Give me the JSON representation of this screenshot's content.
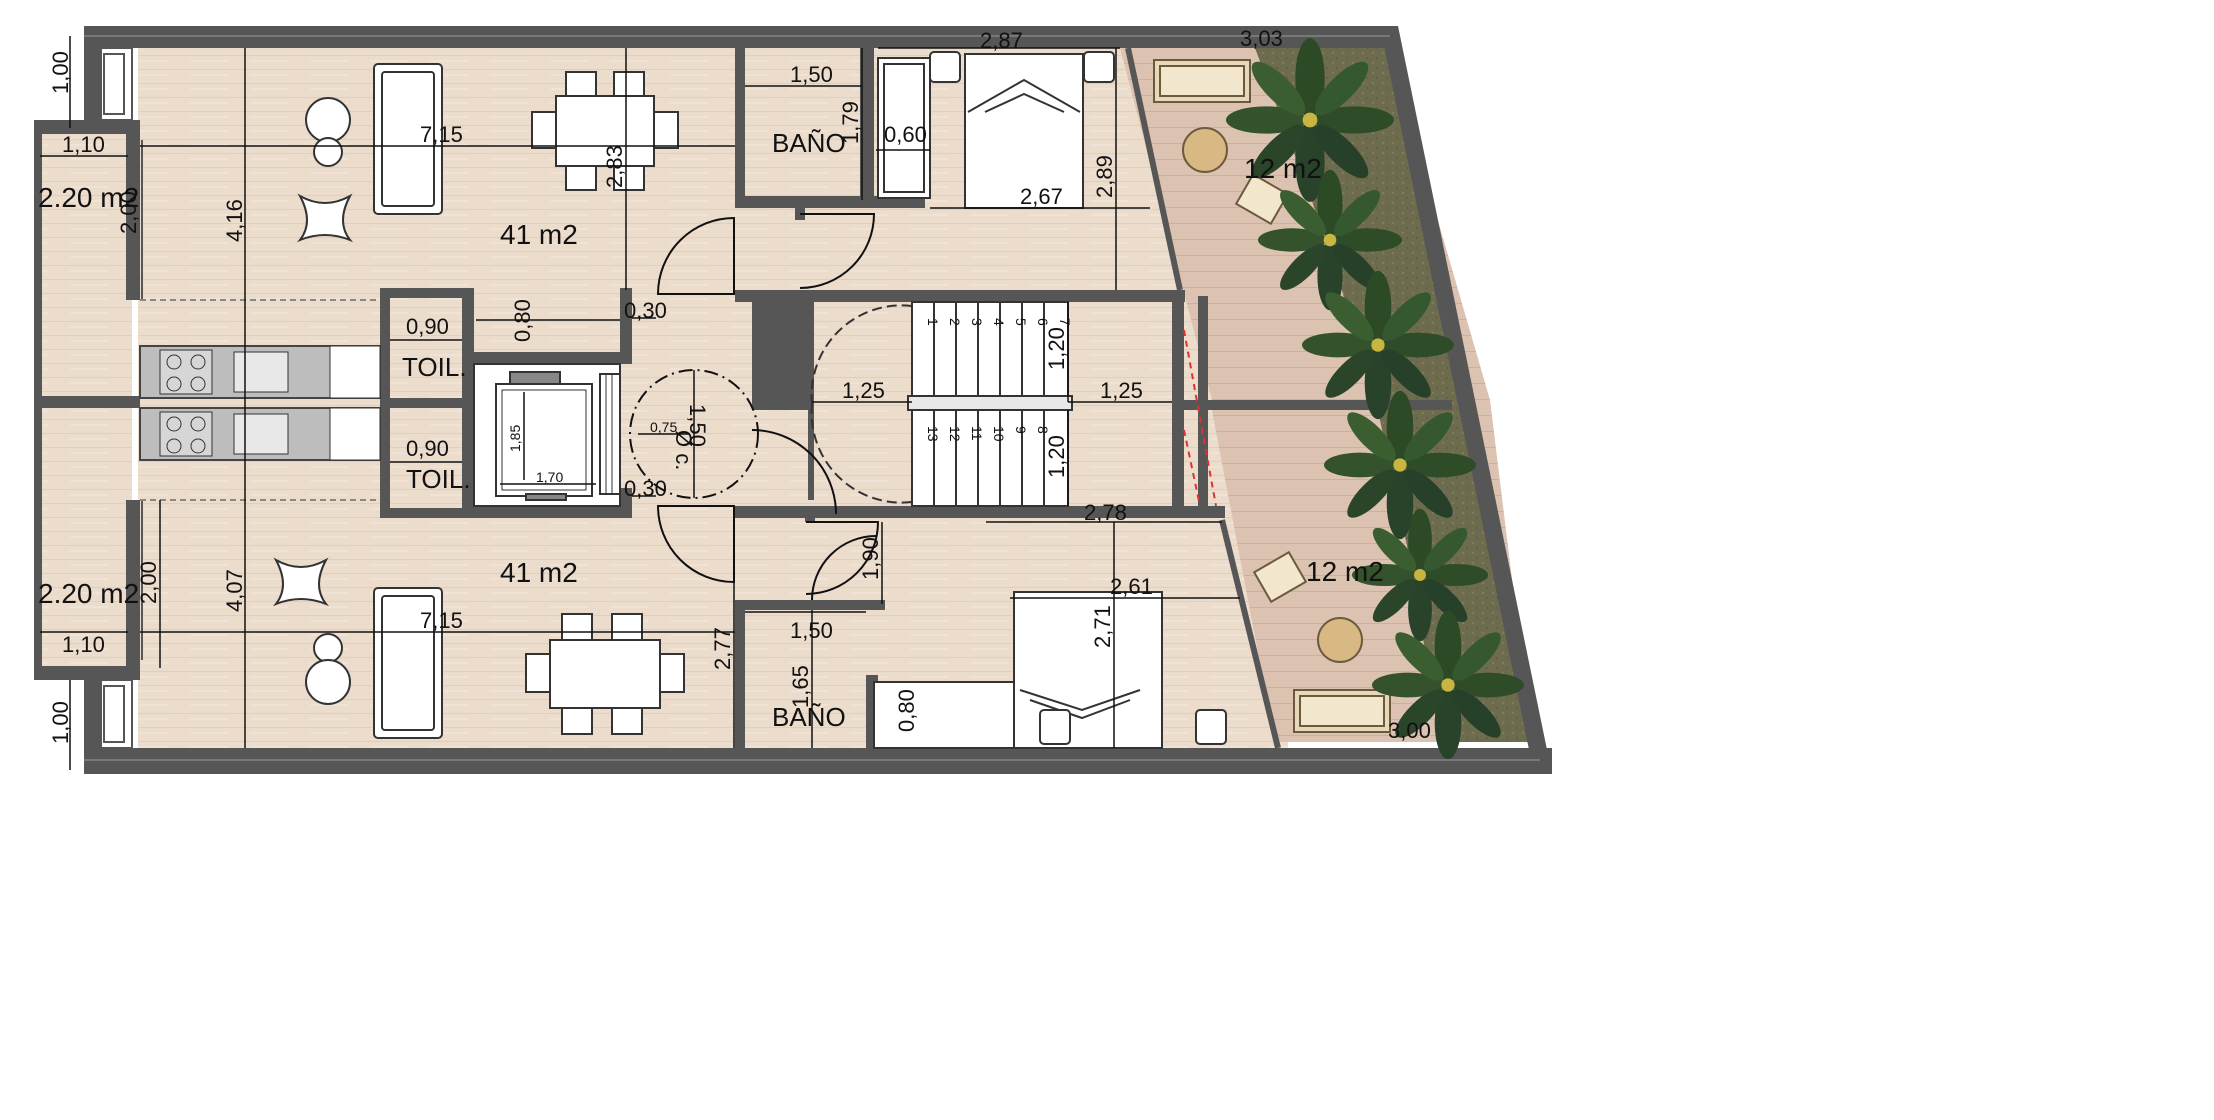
{
  "colors": {
    "wall": "#565656",
    "floor_wood": "#ecddce",
    "terrace_deck": "#dcc3b3",
    "planter": "#6d6b4c",
    "counter": "#bdbdbd",
    "plant": "#2f4a2a"
  },
  "rooms": {
    "living_top_area": "41  m2",
    "living_bottom_area": "41  m2",
    "balcony_top_area": "2.20  m2",
    "balcony_bottom_area": "2.20  m2",
    "terrace_top_area": "12  m2",
    "terrace_bottom_area": "12  m2",
    "bath_top": "BAÑO",
    "bath_bottom": "BAÑO",
    "toilet_top": "TOIL.",
    "toilet_bottom": "TOIL."
  },
  "dimensions": {
    "d_1_00_top": "1,00",
    "d_1_00_bottom": "1,00",
    "d_1_10_top": "1,10",
    "d_1_10_bottom": "1,10",
    "d_2_00_top": "2,00",
    "d_2_00_bottom": "2,00",
    "d_7_15_top": "7,15",
    "d_7_15_bottom": "7,15",
    "d_4_16": "4,16",
    "d_4_07": "4,07",
    "d_2_83": "2,83",
    "d_2_77": "2,77",
    "d_1_50_top": "1,50",
    "d_1_50_bottom": "1,50",
    "d_1_79": "1,79",
    "d_1_65": "1,65",
    "d_0_60": "0,60",
    "d_2_87": "2,87",
    "d_2_67": "2,67",
    "d_2_89": "2,89",
    "d_3_03": "3,03",
    "d_3_00": "3,00",
    "d_0_90_top": "0,90",
    "d_0_90_bottom": "0,90",
    "d_0_80_top": "0,80",
    "d_0_80_bottom": "0,80",
    "d_0_30_top": "0,30",
    "d_0_30_bottom": "0,30",
    "d_1_25_left": "1,25",
    "d_1_25_right": "1,25",
    "d_1_20_top": "1,20",
    "d_1_20_bottom": "1,20",
    "d_2_78": "2,78",
    "d_2_61": "2,61",
    "d_2_71": "2,71",
    "d_1_90": "1,90",
    "d_1_85": "1,85",
    "d_1_70": "1,70",
    "d_0_75": "0,75",
    "d_1_50_circle": "1,50",
    "circle_label": "Ø c."
  },
  "stairs": {
    "steps_top": [
      "1",
      "2",
      "3",
      "4",
      "5",
      "6",
      "7"
    ],
    "steps_bottom": [
      "13",
      "12",
      "11",
      "10",
      "9",
      "8"
    ]
  }
}
